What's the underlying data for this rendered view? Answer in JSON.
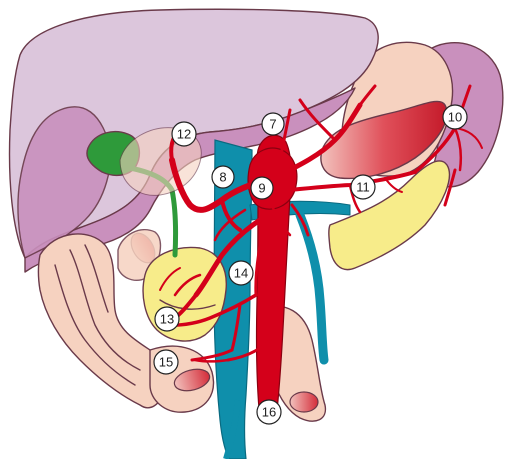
{
  "colors": {
    "liver": "#dcc6dc",
    "liver_lobe": "#c990bd",
    "gallbladder": "#2e9a3a",
    "pancreas": "#f7ec8a",
    "duodenum": "#f6d2c0",
    "aorta": "#d4001a",
    "portal_vein": "#0f8fab",
    "spleen": "#c990bd",
    "kidney": "#e0505a",
    "outline": "#6a3a4a"
  },
  "labels": [
    {
      "id": "7",
      "text": "7"
    },
    {
      "id": "8",
      "text": "8"
    },
    {
      "id": "9",
      "text": "9"
    },
    {
      "id": "10",
      "text": "10"
    },
    {
      "id": "11",
      "text": "11"
    },
    {
      "id": "12",
      "text": "12"
    },
    {
      "id": "13",
      "text": "13"
    },
    {
      "id": "14",
      "text": "14"
    },
    {
      "id": "15",
      "text": "15"
    },
    {
      "id": "16",
      "text": "16"
    }
  ]
}
